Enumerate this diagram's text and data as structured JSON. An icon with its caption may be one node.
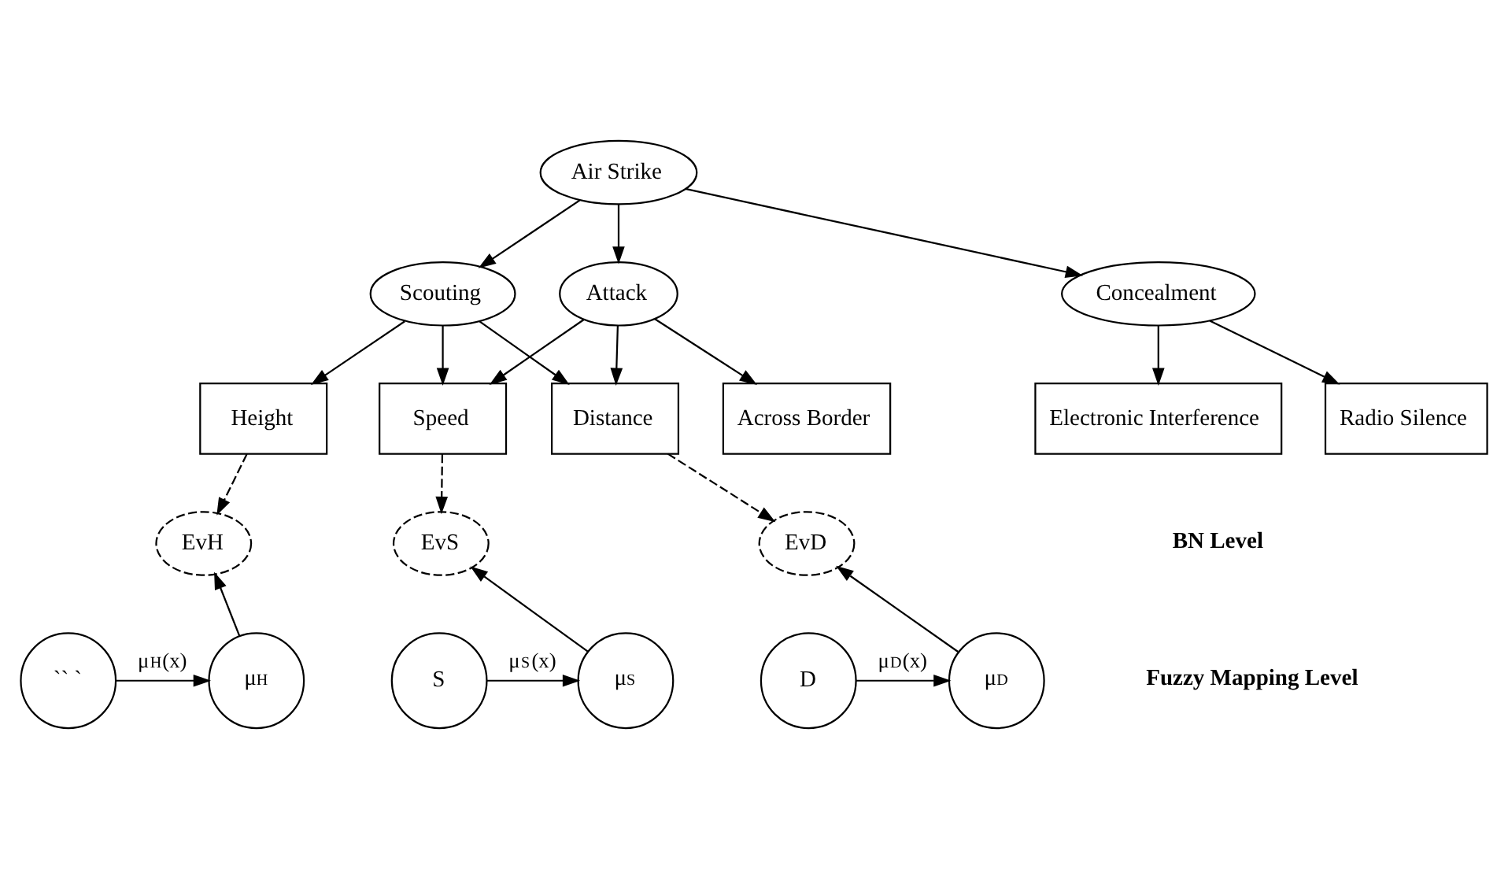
{
  "diagram": {
    "nodes": [
      {
        "text": [
          "Air Strike"
        ]
      },
      {
        "text": [
          "Scouting"
        ]
      },
      {
        "text": [
          "Attack"
        ]
      },
      {
        "text": [
          "Concealment"
        ]
      },
      {
        "text": [
          "Height"
        ]
      },
      {
        "text": [
          "Speed"
        ]
      },
      {
        "text": [
          "Distance"
        ]
      },
      {
        "text": [
          "Across Border"
        ]
      },
      {
        "text": [
          "Electronic Interference"
        ]
      },
      {
        "text": [
          "Radio Silence"
        ]
      },
      {
        "text": [
          "EvH"
        ]
      },
      {
        "text": [
          "EvS"
        ]
      },
      {
        "text": [
          "EvD"
        ]
      },
      {
        "text": [
          "`` `"
        ]
      },
      {
        "text": [
          "μ$_{H}$"
        ]
      },
      {
        "text": [
          "S"
        ]
      },
      {
        "text": [
          "μ$_{S}$"
        ]
      },
      {
        "text": [
          "D"
        ]
      },
      {
        "text": [
          "μ$_{D}$"
        ]
      }
    ],
    "edges": [
      {
        "from": 0,
        "to": 1,
        "arrow": "to"
      },
      {
        "from": 0,
        "to": 2,
        "arrow": "to"
      },
      {
        "from": 0,
        "to": 3,
        "arrow": "to"
      },
      {
        "from": 1,
        "to": 4,
        "arrow": "to"
      },
      {
        "from": 1,
        "to": 5,
        "arrow": "to"
      },
      {
        "from": 1,
        "to": 6,
        "arrow": "to"
      },
      {
        "from": 2,
        "to": 5,
        "arrow": "to"
      },
      {
        "from": 2,
        "to": 6,
        "arrow": "to"
      },
      {
        "from": 2,
        "to": 7,
        "arrow": "to"
      },
      {
        "from": 3,
        "to": 8,
        "arrow": "to"
      },
      {
        "from": 3,
        "to": 9,
        "arrow": "to"
      },
      {
        "from": 4,
        "to": 10,
        "arrow": "to",
        "style": "dashed"
      },
      {
        "from": 5,
        "to": 11,
        "arrow": "to",
        "style": "dashed"
      },
      {
        "from": 6,
        "to": 12,
        "arrow": "to",
        "style": "dashed"
      },
      {
        "from": 13,
        "to": 14,
        "arrow": "to",
        "label": "μ$_{H}$(x)"
      },
      {
        "from": 15,
        "to": 16,
        "arrow": "to",
        "label": "μ$_{S}$(x)"
      },
      {
        "from": 17,
        "to": 18,
        "arrow": "to",
        "label": "μ$_{D}$(x)"
      },
      {
        "from": 14,
        "to": 10,
        "arrow": "to"
      },
      {
        "from": 16,
        "to": 11,
        "arrow": "to"
      },
      {
        "from": 18,
        "to": 12,
        "arrow": "to"
      }
    ],
    "labels": [
      "BN Level",
      "Fuzzy Mapping Level"
    ]
  }
}
